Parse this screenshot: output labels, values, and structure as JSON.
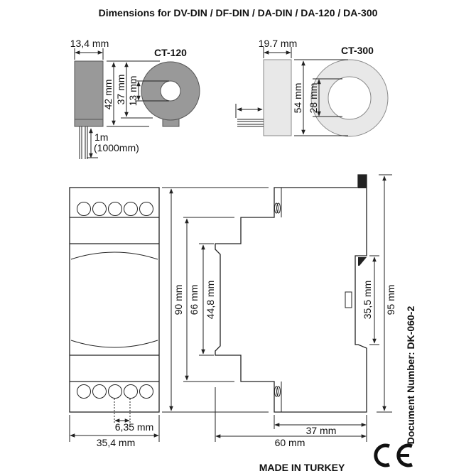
{
  "title": "Dimensions for DV-DIN / DF-DIN / DA-DIN / DA-120 / DA-300",
  "ct120": {
    "label": "CT-120",
    "width": "13,4 mm",
    "outer_height": "42 mm",
    "ring_height": "37 mm",
    "hole": "13 mm",
    "cable_length": "1m",
    "cable_length_mm": "(1000mm)"
  },
  "ct300": {
    "label": "CT-300",
    "width": "19.7 mm",
    "outer": "54 mm",
    "hole": "28 mm"
  },
  "module": {
    "height": "90 mm",
    "height_66": "66 mm",
    "height_448": "44,8 mm",
    "terminal_pitch": "6,35 mm",
    "width": "35,4 mm",
    "depth_37": "37 mm",
    "depth_60": "60 mm",
    "din_rail": "35,5 mm",
    "total_height": "95 mm"
  },
  "document_number": "Document Number: DK-060-2",
  "made_in": "MADE IN TURKEY",
  "ce_mark": "CE"
}
